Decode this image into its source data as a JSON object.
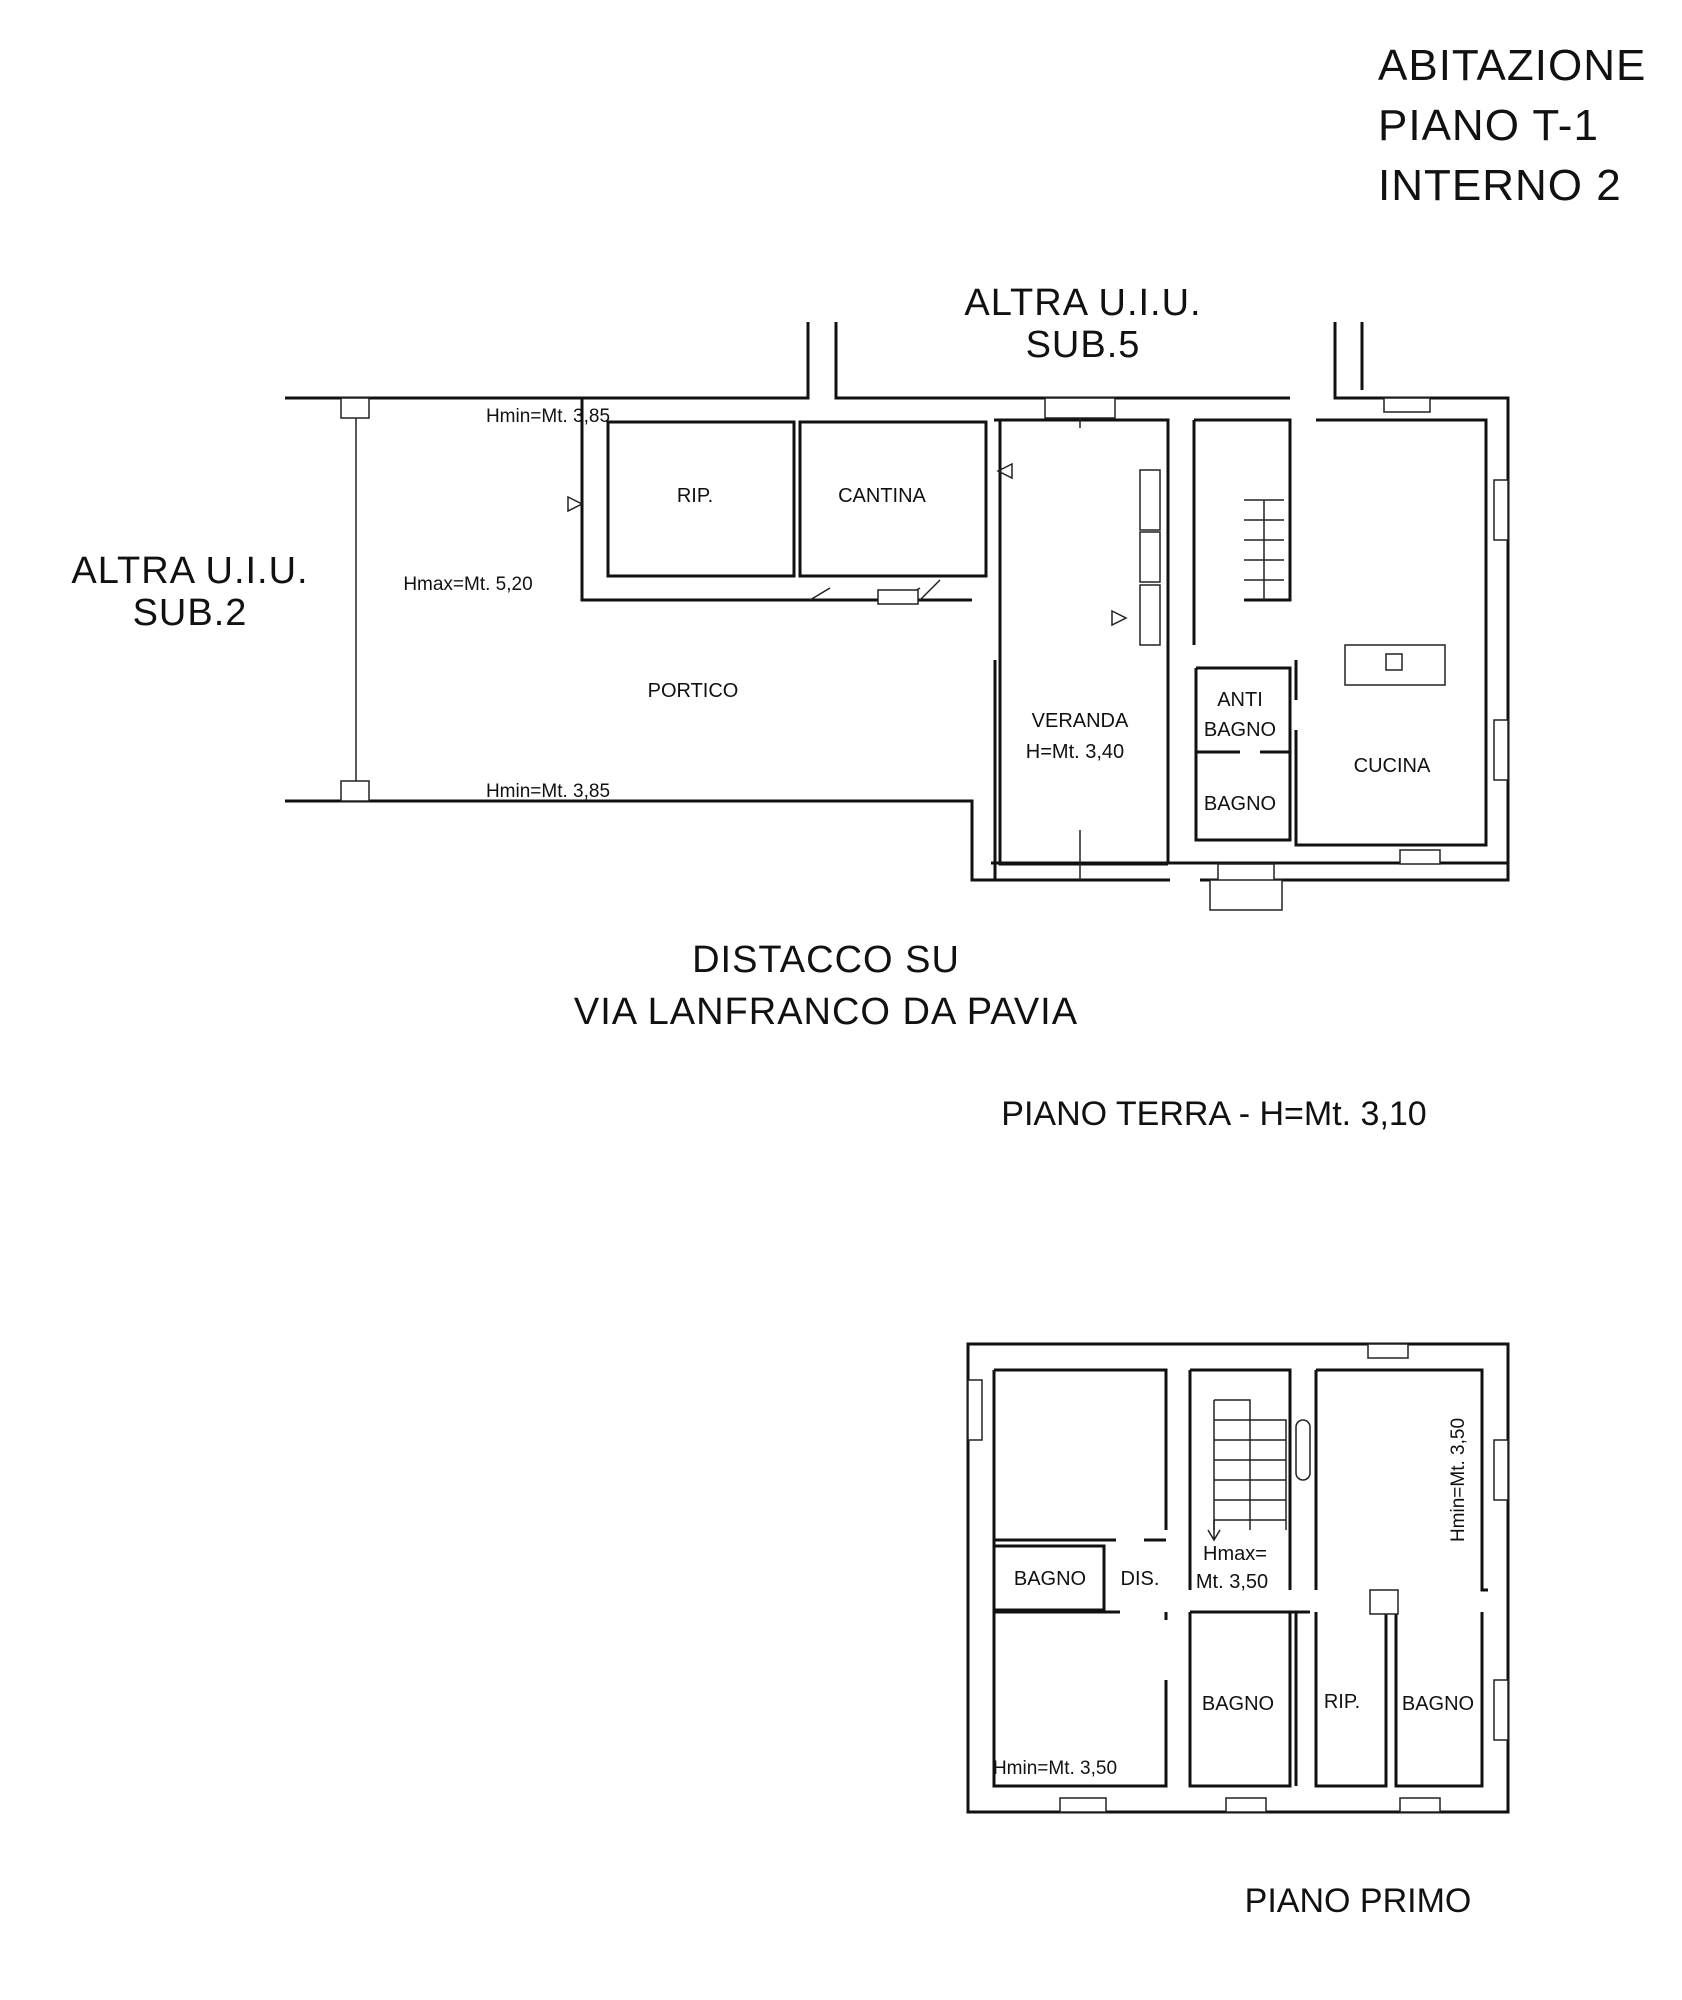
{
  "header": {
    "line1": "ABITAZIONE",
    "line2": "PIANO T-1",
    "line3": "INTERNO 2"
  },
  "ground_floor": {
    "title": "PIANO TERRA - H=Mt. 3,10",
    "neighbor_top": {
      "line1": "ALTRA U.I.U.",
      "line2": "SUB.5"
    },
    "neighbor_left": {
      "line1": "ALTRA U.I.U.",
      "line2": "SUB.2"
    },
    "street": {
      "line1": "DISTACCO SU",
      "line2": "VIA LANFRANCO DA PAVIA"
    },
    "heights": {
      "hmin_top": "Hmin=Mt. 3,85",
      "hmax": "Hmax=Mt. 5,20",
      "hmin_bottom": "Hmin=Mt. 3,85"
    },
    "rooms": {
      "rip": "RIP.",
      "cantina": "CANTINA",
      "portico": "PORTICO",
      "veranda": "VERANDA",
      "veranda_h": "H=Mt. 3,40",
      "anti": "ANTI",
      "anti_bagno": "BAGNO",
      "bagno": "BAGNO",
      "cucina": "CUCINA"
    }
  },
  "first_floor": {
    "title": "PIANO PRIMO",
    "rooms": {
      "bagno_left": "BAGNO",
      "dis": "DIS.",
      "hmax_1": "Hmax=",
      "hmax_2": "Mt. 3,50",
      "hmin_right": "Hmin=Mt. 3,50",
      "bagno_mid": "BAGNO",
      "rip": "RIP.",
      "bagno_right": "BAGNO",
      "hmin_bottom": "Hmin=Mt. 3,50"
    }
  }
}
